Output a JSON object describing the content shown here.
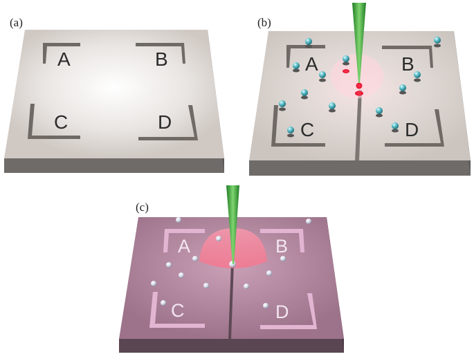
{
  "panels": [
    {
      "id": "a",
      "label": "(a)",
      "quadrants": [
        "A",
        "B",
        "C",
        "D"
      ]
    },
    {
      "id": "b",
      "label": "(b)",
      "quadrants": [
        "A",
        "B",
        "C",
        "D"
      ]
    },
    {
      "id": "c",
      "label": "(c)",
      "quadrants": [
        "A",
        "B",
        "C",
        "D"
      ]
    }
  ],
  "colors": {
    "substrate_top": "#d9d3cf",
    "substrate_side": "#6e6b69",
    "substrate_top_c": "#a97f95",
    "substrate_side_c": "#5a4652",
    "probe_tip": "#3aa83a",
    "laser_spot": "#ff6d86",
    "particle": "#58b9c4",
    "marker_c": "#e2b6d3"
  },
  "icons": [
    "afm-tip-icon",
    "nanoparticle-icon",
    "laser-spot-icon"
  ]
}
